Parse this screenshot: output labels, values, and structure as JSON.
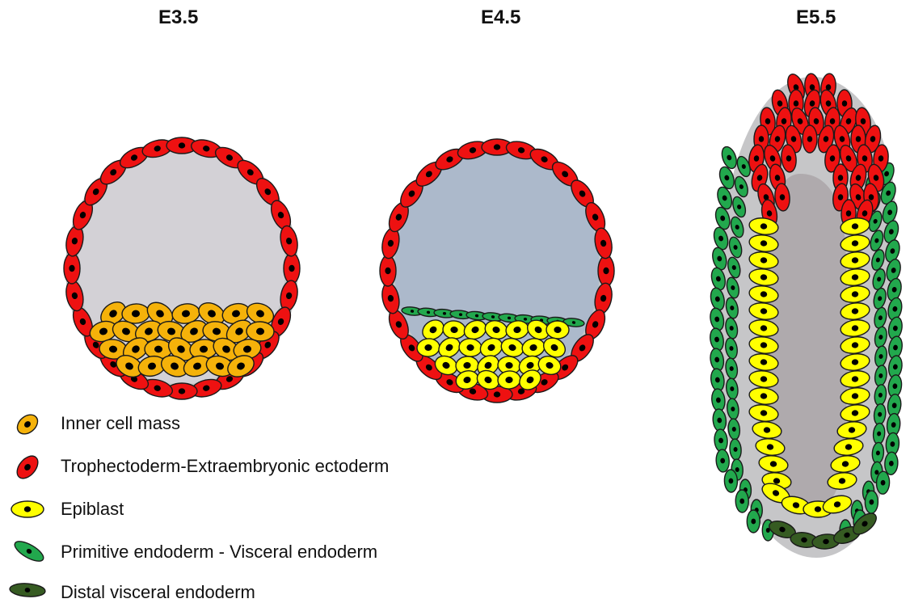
{
  "stages": [
    "E3.5",
    "E4.5",
    "E5.5"
  ],
  "legend": [
    {
      "label": "Inner cell mass",
      "color": "#f5b20a"
    },
    {
      "label": "Trophectoderm-Extraembryonic ectoderm",
      "color": "#ee1111"
    },
    {
      "label": "Epiblast",
      "color": "#ffff00"
    },
    {
      "label": "Primitive endoderm - Visceral endoderm",
      "color": "#22a84d"
    },
    {
      "label": "Distal visceral endoderm",
      "color": "#365b22"
    }
  ],
  "colors": {
    "cavity_e35": "#d3d1d6",
    "cavity_e45": "#acb9cb",
    "cavity_e55": "#afaaad",
    "nucleus": "#000000",
    "outline": "#1a1a1a"
  }
}
